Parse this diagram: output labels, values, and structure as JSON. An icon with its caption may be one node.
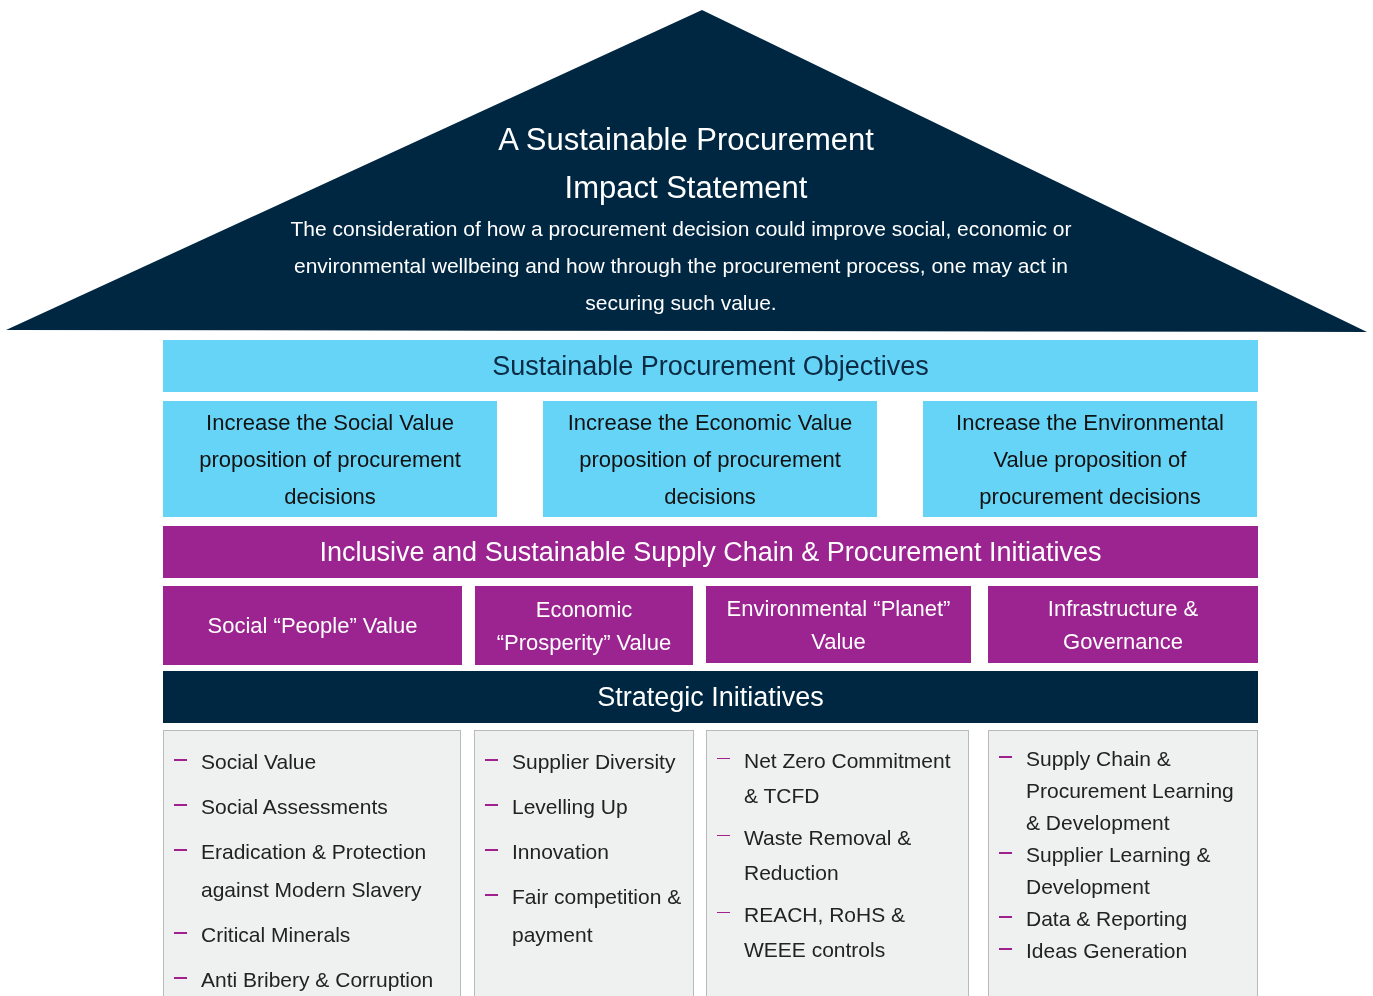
{
  "diagram": {
    "nodes": [
      {
        "text": [
          "A Sustainable Procurement Impact Statement",
          "The consideration of how a procurement decision could improve social, economic or environmental wellbeing and how through the procurement process, one may act in securing such value."
        ]
      },
      {
        "text": [
          "Sustainable Procurement Objectives"
        ]
      },
      {
        "text": [
          "Increase the Social Value proposition of procurement decisions"
        ]
      },
      {
        "text": [
          "Increase the Economic Value proposition of procurement decisions"
        ]
      },
      {
        "text": [
          "Increase the Environmental Value proposition of procurement decisions"
        ]
      },
      {
        "text": [
          "Inclusive and Sustainable Supply Chain & Procurement Initiatives"
        ]
      },
      {
        "text": [
          "Social “People” Value"
        ]
      },
      {
        "text": [
          "Economic “Prosperity” Value"
        ]
      },
      {
        "text": [
          "Environmental “Planet” Value"
        ]
      },
      {
        "text": [
          "Infrastructure & Governance"
        ]
      },
      {
        "text": [
          "Strategic Initiatives"
        ]
      },
      {
        "text": [
          "Social Value",
          "Social Assessments",
          "Eradication & Protection against Modern Slavery",
          "Critical Minerals",
          "Anti Bribery & Corruption"
        ]
      },
      {
        "text": [
          "Supplier Diversity",
          "Levelling Up",
          "Innovation",
          "Fair competition & payment"
        ]
      },
      {
        "text": [
          "Net Zero Commitment & TCFD",
          "Waste Removal & Reduction",
          "REACH, RoHS & WEEE controls"
        ]
      },
      {
        "text": [
          "Supply Chain & Procurement Learning & Development",
          "Supplier Learning & Development",
          "Data & Reporting",
          "Ideas Generation"
        ]
      }
    ]
  }
}
